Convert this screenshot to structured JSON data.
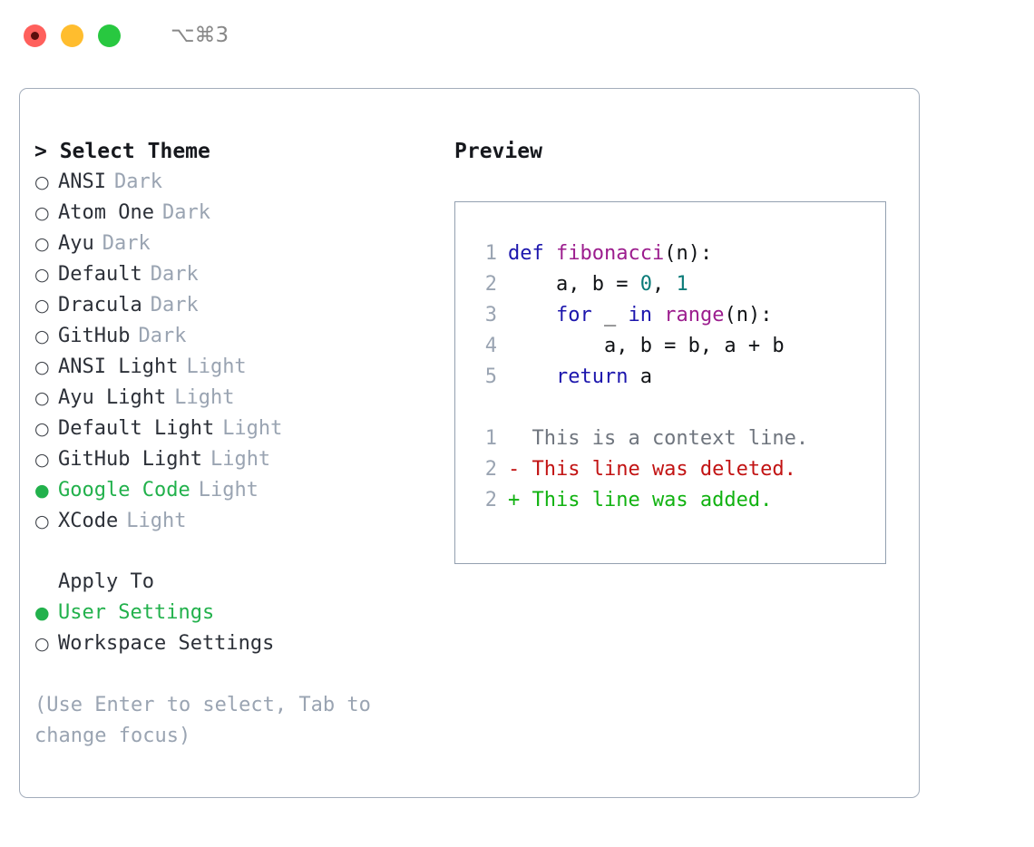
{
  "window": {
    "shortcut": "⌥⌘3",
    "traffic_lights": [
      "close",
      "minimize",
      "zoom"
    ],
    "colors": {
      "close": "#ff605c",
      "minimize": "#ffbd2e",
      "zoom": "#28c840",
      "panel_border": "#a3adbb",
      "preview_border": "#93a0b0",
      "accent_green": "#22b14c",
      "muted": "#9aa4b2"
    }
  },
  "theme_panel": {
    "heading": "> Select Theme",
    "bullet_selected": "●",
    "bullet_unselected": "○",
    "items": [
      {
        "bullet": "○",
        "name": "ANSI",
        "tag": "Dark",
        "selected": false
      },
      {
        "bullet": "○",
        "name": "Atom One",
        "tag": "Dark",
        "selected": false
      },
      {
        "bullet": "○",
        "name": "Ayu",
        "tag": "Dark",
        "selected": false
      },
      {
        "bullet": "○",
        "name": "Default",
        "tag": "Dark",
        "selected": false
      },
      {
        "bullet": "○",
        "name": "Dracula",
        "tag": "Dark",
        "selected": false
      },
      {
        "bullet": "○",
        "name": "GitHub",
        "tag": "Dark",
        "selected": false
      },
      {
        "bullet": "○",
        "name": "ANSI Light",
        "tag": "Light",
        "selected": false
      },
      {
        "bullet": "○",
        "name": "Ayu Light",
        "tag": "Light",
        "selected": false
      },
      {
        "bullet": "○",
        "name": "Default Light",
        "tag": "Light",
        "selected": false
      },
      {
        "bullet": "○",
        "name": "GitHub Light",
        "tag": "Light",
        "selected": false
      },
      {
        "bullet": "●",
        "name": "Google Code",
        "tag": "Light",
        "selected": true
      },
      {
        "bullet": "○",
        "name": "XCode",
        "tag": "Light",
        "selected": false
      }
    ]
  },
  "apply_to": {
    "heading": "Apply To",
    "items": [
      {
        "bullet": "●",
        "name": "User Settings",
        "selected": true
      },
      {
        "bullet": "○",
        "name": "Workspace Settings",
        "selected": false
      }
    ]
  },
  "hint": "(Use Enter to select, Tab to change focus)",
  "preview": {
    "heading": "Preview",
    "code_lines": [
      {
        "num": "1",
        "tokens": [
          {
            "t": "def ",
            "c": "kw"
          },
          {
            "t": "fibonacci",
            "c": "fn"
          },
          {
            "t": "(n):",
            "c": "plain"
          }
        ]
      },
      {
        "num": "2",
        "tokens": [
          {
            "t": "    a, b = ",
            "c": "plain"
          },
          {
            "t": "0",
            "c": "num"
          },
          {
            "t": ", ",
            "c": "plain"
          },
          {
            "t": "1",
            "c": "num"
          }
        ]
      },
      {
        "num": "3",
        "tokens": [
          {
            "t": "    ",
            "c": "plain"
          },
          {
            "t": "for",
            "c": "kw"
          },
          {
            "t": " _ ",
            "c": "plain"
          },
          {
            "t": "in",
            "c": "kw"
          },
          {
            "t": " ",
            "c": "plain"
          },
          {
            "t": "range",
            "c": "fn"
          },
          {
            "t": "(n):",
            "c": "plain"
          }
        ]
      },
      {
        "num": "4",
        "tokens": [
          {
            "t": "        a, b = b, a + b",
            "c": "plain"
          }
        ]
      },
      {
        "num": "5",
        "tokens": [
          {
            "t": "    ",
            "c": "plain"
          },
          {
            "t": "return",
            "c": "kw"
          },
          {
            "t": " a",
            "c": "plain"
          }
        ]
      }
    ],
    "diff_lines": [
      {
        "num": "1",
        "marker": "  ",
        "text": "This is a context line.",
        "kind": "ctx"
      },
      {
        "num": "2",
        "marker": "- ",
        "text": "This line was deleted.",
        "kind": "del"
      },
      {
        "num": "2",
        "marker": "+ ",
        "text": "This line was added.",
        "kind": "add"
      }
    ],
    "syntax_colors": {
      "keyword": "#1c16ad",
      "function": "#9c1d8e",
      "number": "#0a7b78",
      "plain": "#111316",
      "line_number": "#9aa4b2",
      "diff_context": "#6f757e",
      "diff_deleted": "#c21313",
      "diff_added": "#11b211"
    }
  }
}
